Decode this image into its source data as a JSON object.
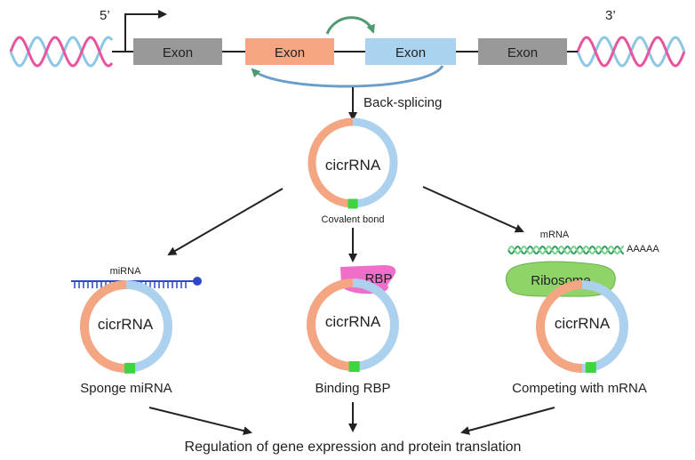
{
  "labels": {
    "five_prime": "5’",
    "three_prime": "3’",
    "exon_1": "Exon",
    "exon_2": "Exon",
    "exon_3": "Exon",
    "exon_4": "Exon",
    "back_splicing": "Back-splicing",
    "circ_main": "cicrRNA",
    "covalent_bond": "Covalent bond",
    "mirna": "miRNA",
    "mrna": "mRNA",
    "poly_a": "AAAAA",
    "rbp": "RBP",
    "ribosome": "Ribosome",
    "circ_left": "cicrRNA",
    "circ_mid": "cicrRNA",
    "circ_right": "cicrRNA",
    "caption_sponge": "Sponge miRNA",
    "caption_binding": "Binding RBP",
    "caption_competing": "Competing with mRNA",
    "final": "Regulation of gene expression and protein translation"
  },
  "colors": {
    "exon_gray": "#999999",
    "exon_orange": "#f4a582",
    "exon_blue": "#a9d3ef",
    "ring_orange": "#f4a582",
    "ring_blue": "#acd1ee",
    "bond_green": "#3ed43e",
    "rbp_pink": "#f06ec9",
    "ribosome_green": "#8fd468",
    "mirna_blue": "#2f47c9",
    "mrna_green": "#2f9e66",
    "dna_pink": "#e8559d",
    "dna_blue": "#8ec6e6",
    "splice_arrow": "#5aa08a"
  }
}
